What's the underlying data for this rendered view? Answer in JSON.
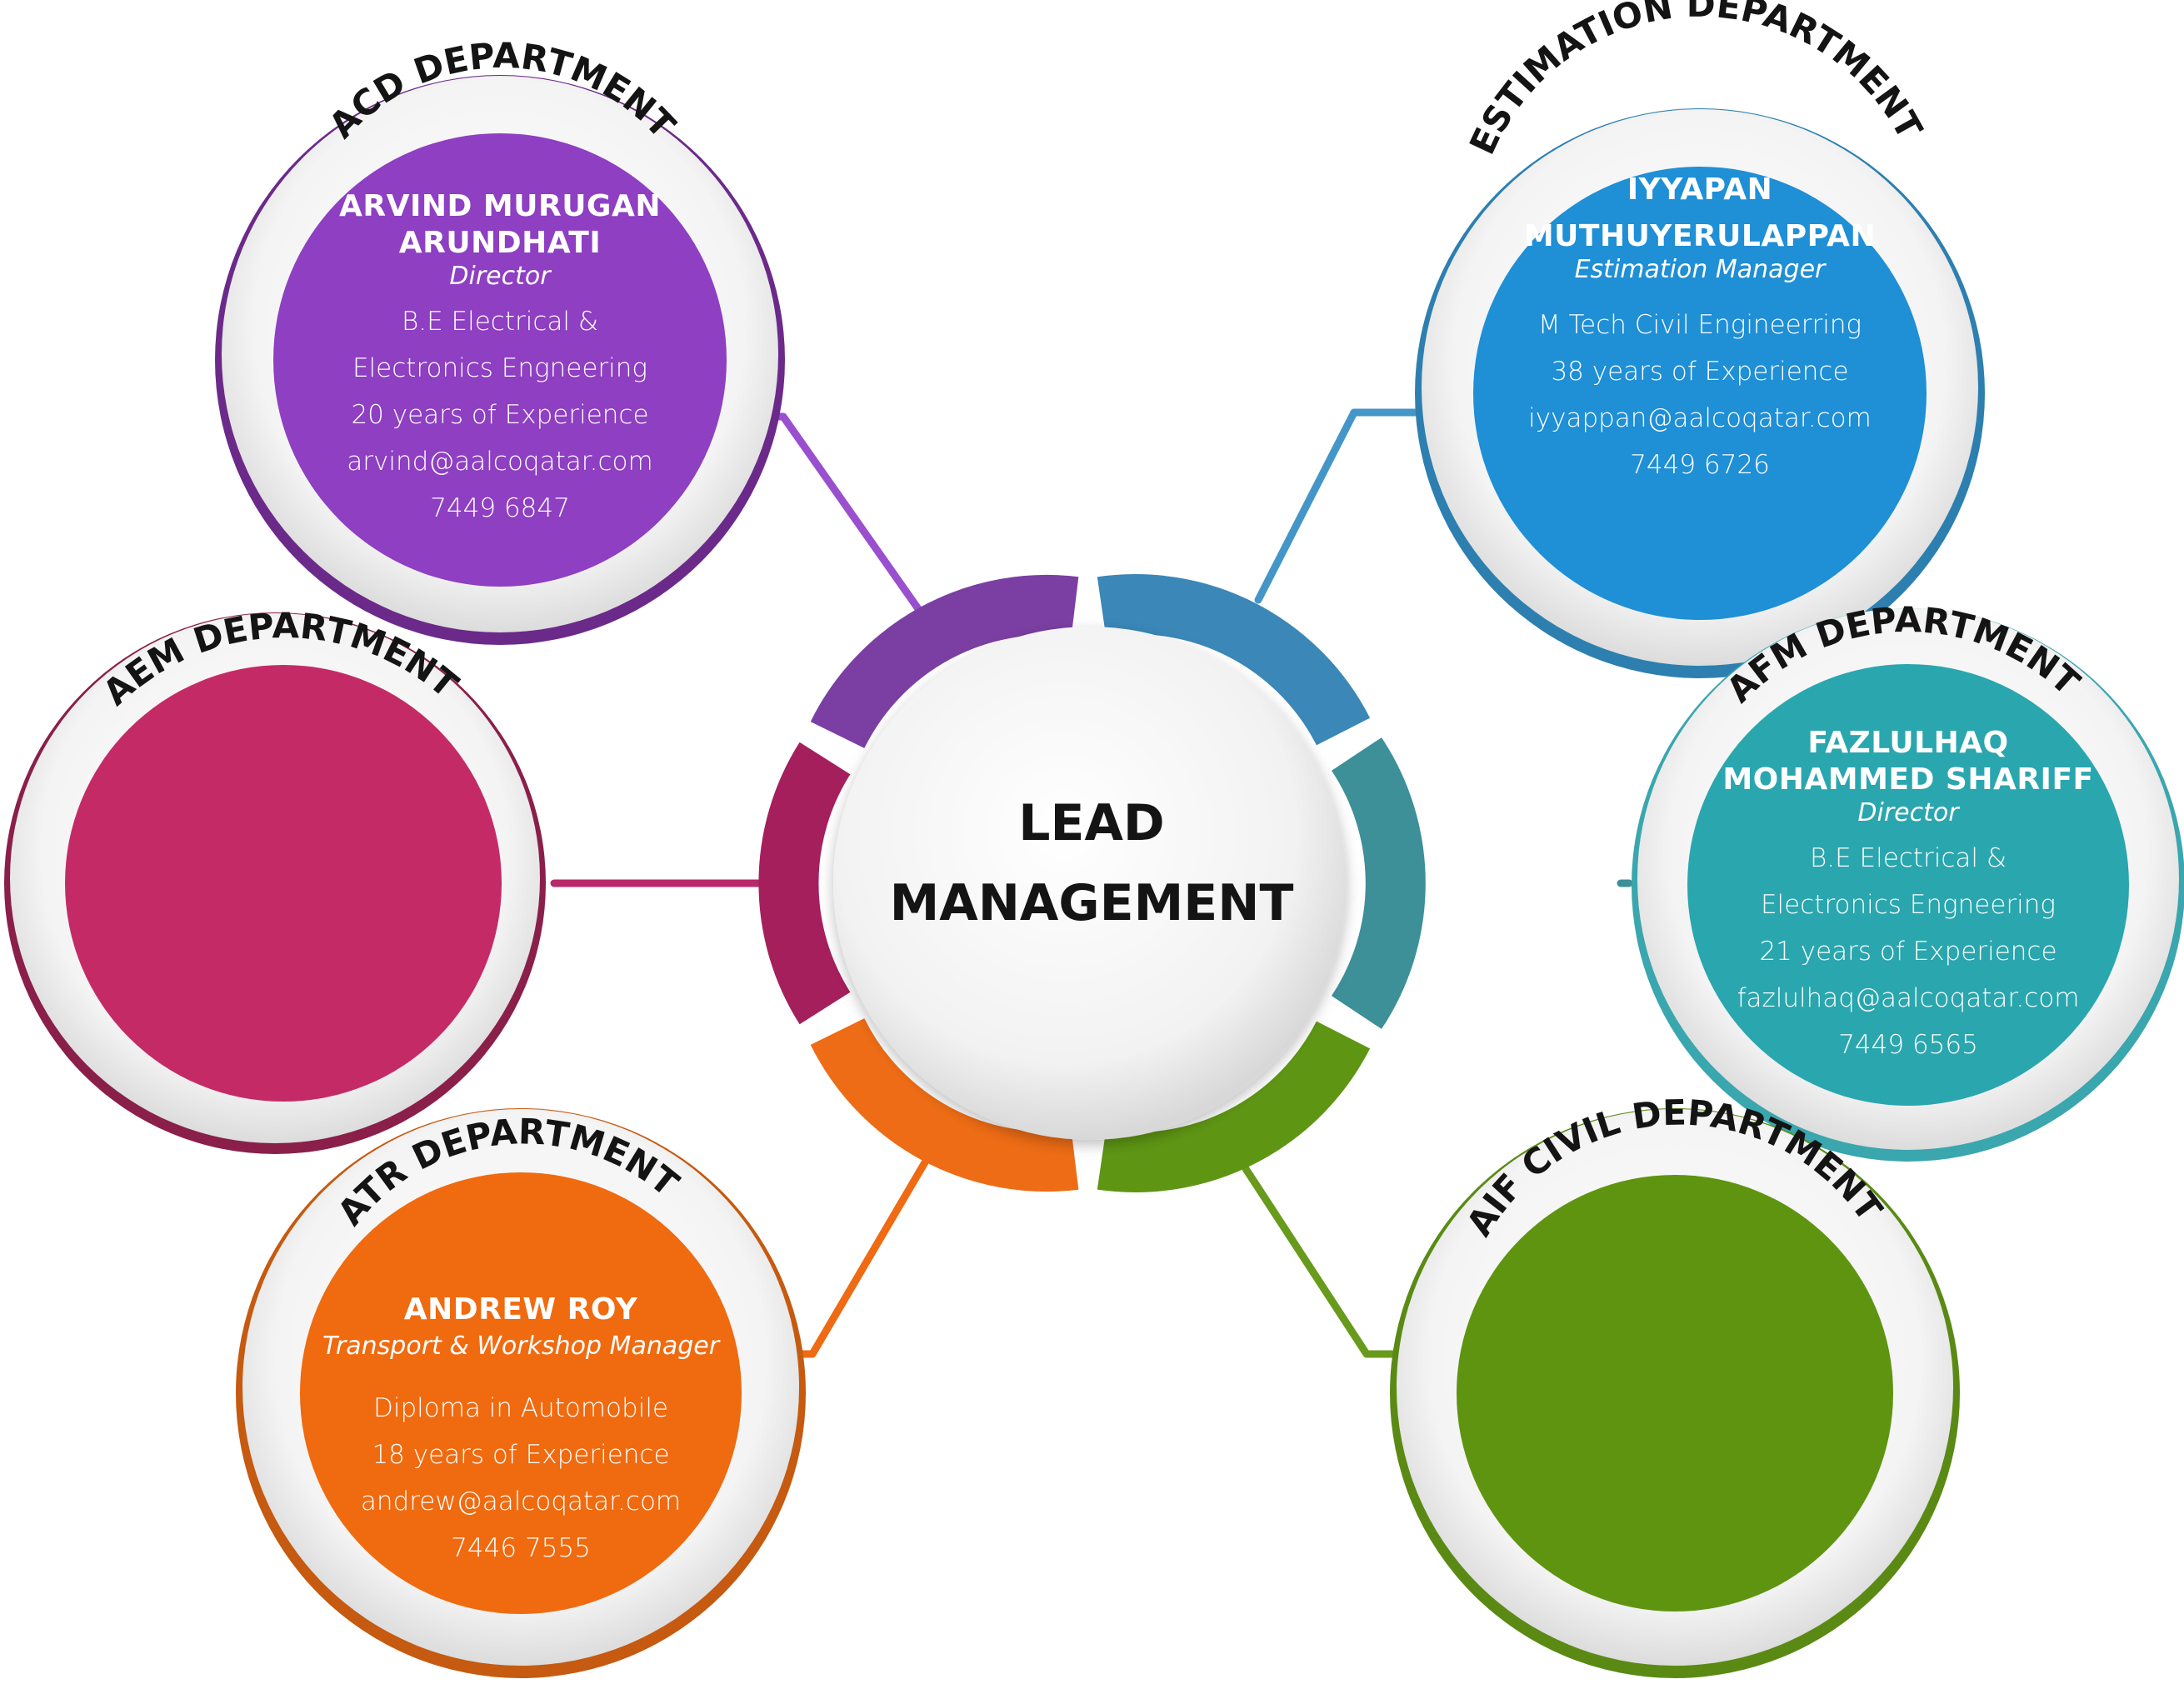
{
  "center": {
    "line1": "LEAD",
    "line2": "MANAGEMENT"
  },
  "colors": {
    "acd": "#8e3fc2",
    "estimation": "#1f8fd6",
    "aem": "#c42b66",
    "afm": "#2aa6ae",
    "atr": "#f06a10",
    "aif": "#5f9411",
    "ring_acd": "#7b3fa3",
    "ring_estimation": "#3a87b8",
    "ring_aem": "#a51f5c",
    "ring_afm": "#3d8f98",
    "ring_atr": "#ee6c15",
    "ring_aif": "#5e9614"
  },
  "departments": {
    "acd": {
      "title": "ACD DEPARTMENT",
      "name_line1": "ARVIND MURUGAN",
      "name_line2": "ARUNDHATI",
      "role": "Director",
      "lines": [
        "B.E Electrical &",
        "Electronics Engneering",
        "20 years of Experience",
        "arvind@aalcoqatar.com",
        "7449 6847"
      ]
    },
    "estimation": {
      "title": "ESTIMATION DEPARTMENT",
      "name_line1": "IYYAPAN",
      "name_line2": "MUTHUYERULAPPAN",
      "role": "Estimation Manager",
      "lines": [
        "M Tech Civil Engineerring",
        "38 years of Experience",
        "iyyappan@aalcoqatar.com",
        "7449 6726"
      ]
    },
    "aem": {
      "title": "AEM DEPARTMENT"
    },
    "afm": {
      "title": "AFM DEPARTMENT",
      "name_line1": "FAZLULHAQ",
      "name_line2": "MOHAMMED SHARIFF",
      "role": "Director",
      "lines": [
        "B.E Electrical &",
        "Electronics Engneering",
        "21 years of Experience",
        "fazlulhaq@aalcoqatar.com",
        "7449 6565"
      ]
    },
    "atr": {
      "title": "ATR DEPARTMENT",
      "name_line1": "ANDREW ROY",
      "role": "Transport & Workshop Manager",
      "lines": [
        "Diploma in Automobile",
        "18 years of Experience",
        "andrew@aalcoqatar.com",
        "7446 7555"
      ]
    },
    "aif": {
      "title": "AIF CIVIL DEPARTMENT"
    }
  }
}
